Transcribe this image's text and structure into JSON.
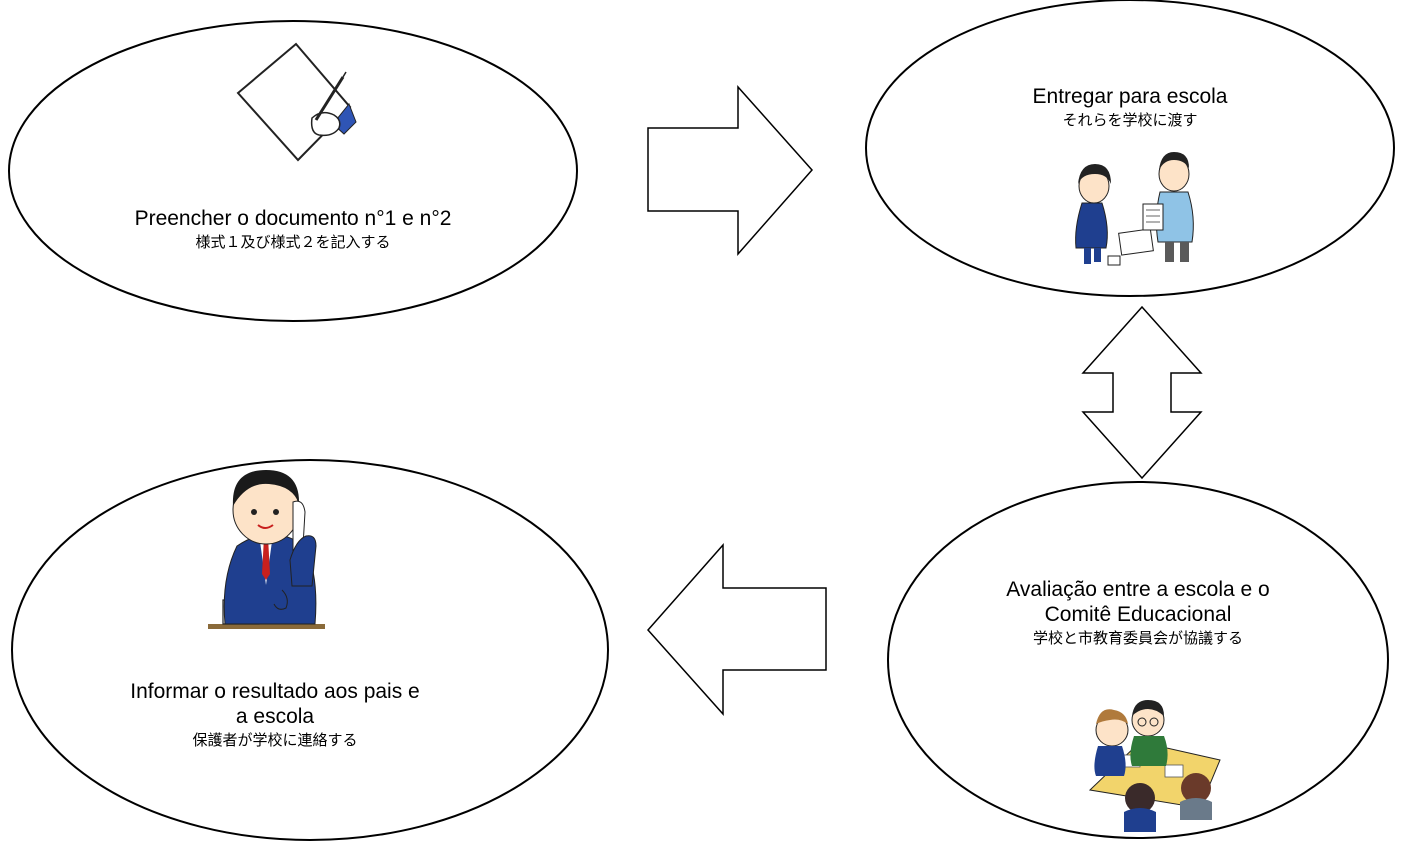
{
  "steps": [
    {
      "title": "Preencher o documento n°1 e n°2",
      "subtitle": "様式１及び様式２を記入する",
      "icon": "hand-writing-on-paper-icon"
    },
    {
      "title": "Entregar para escola",
      "subtitle": "それらを学校に渡す",
      "icon": "handing-document-icon"
    },
    {
      "title_line1": "Avaliação entre a escola e o",
      "title_line2": "Comitê Educacional",
      "subtitle": "学校と市教育委員会が協議する",
      "icon": "meeting-discussion-icon"
    },
    {
      "title_line1": "Informar o resultado aos pais e",
      "title_line2": "a escola",
      "subtitle": "保護者が学校に連絡する",
      "icon": "man-on-telephone-icon"
    }
  ],
  "arrows": [
    {
      "icon": "arrow-right-icon"
    },
    {
      "icon": "arrow-up-down-icon"
    },
    {
      "icon": "arrow-left-icon"
    }
  ],
  "colors": {
    "outline": "#000000",
    "background": "#ffffff",
    "suit_blue": "#1f3f8f",
    "shirt_blue": "#8fc3e6",
    "table_yellow": "#f2d46b",
    "skin": "#fde3c8"
  }
}
